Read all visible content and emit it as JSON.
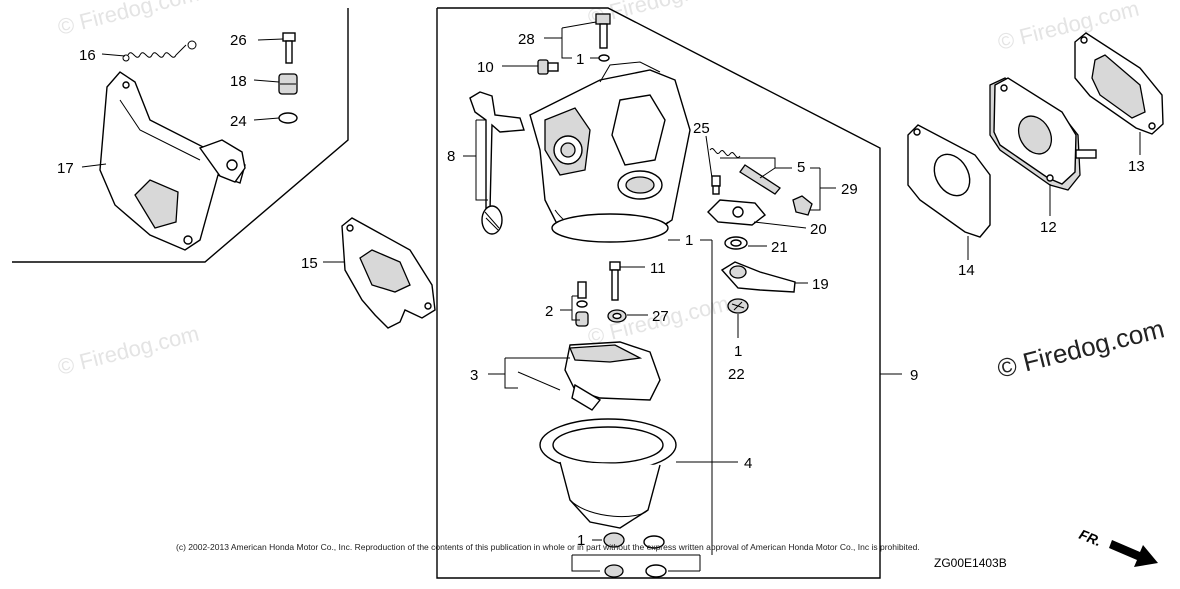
{
  "watermarks": {
    "small": "© Firedog.com",
    "large": "© Firedog.com"
  },
  "labels": {
    "l1_top": "1",
    "l1_mid": "1",
    "l1_bottom": "1",
    "l1_22": "1",
    "l2": "2",
    "l3": "3",
    "l4": "4",
    "l5": "5",
    "l8": "8",
    "l9": "9",
    "l10": "10",
    "l11": "11",
    "l12": "12",
    "l13": "13",
    "l14": "14",
    "l15": "15",
    "l16": "16",
    "l17": "17",
    "l18": "18",
    "l19": "19",
    "l20": "20",
    "l21": "21",
    "l22": "22",
    "l24": "24",
    "l25": "25",
    "l26": "26",
    "l27": "27",
    "l28": "28",
    "l29": "29"
  },
  "copyright": "(c) 2002-2013 American Honda Motor Co., Inc. Reproduction of the contents of this publication in whole or in part without the express written approval of American Honda Motor Co., Inc is prohibited.",
  "diagram_code": "ZG00E1403B",
  "direction": {
    "label": "FR."
  }
}
